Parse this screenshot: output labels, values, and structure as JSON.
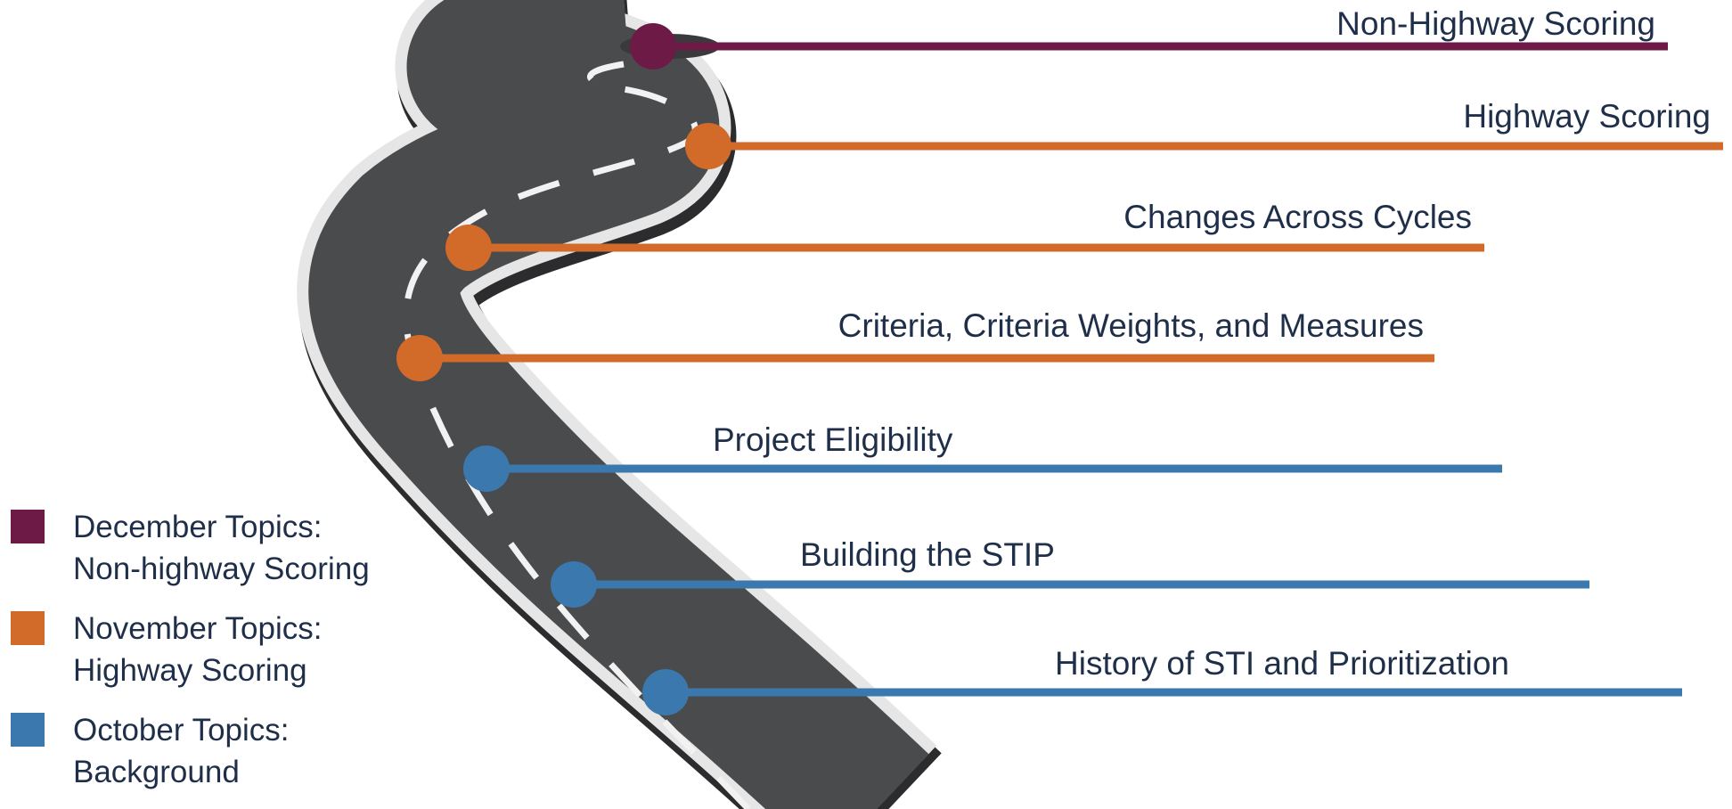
{
  "colors": {
    "december": "#6e1a47",
    "november": "#d26a2a",
    "october": "#3a78ad",
    "road": "#4a4b4d",
    "road_edge": "#e6e6e6",
    "text": "#1f2f4a"
  },
  "milestones": [
    {
      "id": "non-highway-scoring",
      "label": "Non-Highway Scoring",
      "month": "december"
    },
    {
      "id": "highway-scoring",
      "label": "Highway Scoring",
      "month": "november"
    },
    {
      "id": "changes-across-cycles",
      "label": "Changes Across Cycles",
      "month": "november"
    },
    {
      "id": "criteria-weights-measures",
      "label": "Criteria, Criteria Weights, and Measures",
      "month": "november"
    },
    {
      "id": "project-eligibility",
      "label": "Project Eligibility",
      "month": "october"
    },
    {
      "id": "building-the-stip",
      "label": "Building the STIP",
      "month": "october"
    },
    {
      "id": "history-sti-prioritization",
      "label": "History of STI and Prioritization",
      "month": "october"
    }
  ],
  "legend": [
    {
      "month": "december",
      "line1": "December Topics:",
      "line2": "Non-highway Scoring"
    },
    {
      "month": "november",
      "line1": "November Topics:",
      "line2": "Highway Scoring"
    },
    {
      "month": "october",
      "line1": "October Topics:",
      "line2": "Background"
    }
  ]
}
